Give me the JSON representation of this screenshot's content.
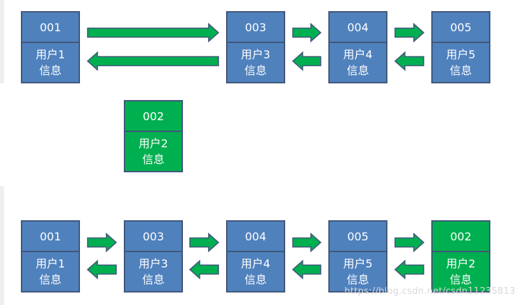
{
  "colors": {
    "node_blue": "#4f81bd",
    "node_green": "#00b050",
    "arrow_green": "#00b050",
    "border": "#41577a"
  },
  "diagram": {
    "top": {
      "nodes": [
        {
          "id": "001",
          "label": "用户1",
          "info": "信息",
          "color": "blue"
        },
        {
          "id": "003",
          "label": "用户3",
          "info": "信息",
          "color": "blue"
        },
        {
          "id": "004",
          "label": "用户4",
          "info": "信息",
          "color": "blue"
        },
        {
          "id": "005",
          "label": "用户5",
          "info": "信息",
          "color": "blue"
        }
      ],
      "new_node": {
        "id": "002",
        "label": "用户2",
        "info": "信息",
        "color": "green"
      }
    },
    "bottom": {
      "nodes": [
        {
          "id": "001",
          "label": "用户1",
          "info": "信息",
          "color": "blue"
        },
        {
          "id": "003",
          "label": "用户3",
          "info": "信息",
          "color": "blue"
        },
        {
          "id": "004",
          "label": "用户4",
          "info": "信息",
          "color": "blue"
        },
        {
          "id": "005",
          "label": "用户5",
          "info": "信息",
          "color": "blue"
        },
        {
          "id": "002",
          "label": "用户2",
          "info": "信息",
          "color": "green"
        }
      ]
    }
  },
  "watermark": "https://blog.csdn.net/csdn11235813"
}
